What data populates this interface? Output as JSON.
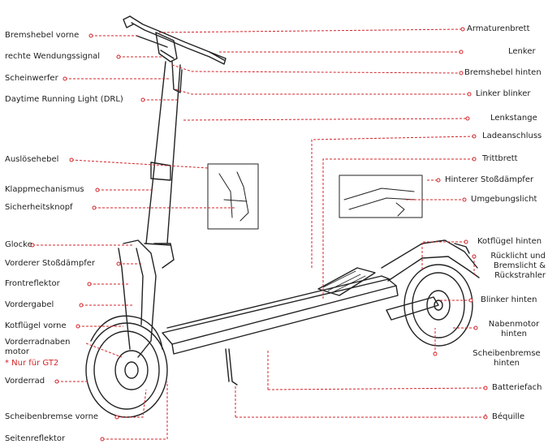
{
  "colors": {
    "leader": "#d4242a",
    "drawing": "#222222",
    "note": "#d4242a"
  },
  "labels_left": [
    "Bremshebel vorne",
    "rechte Wendungssignal",
    "Scheinwerfer",
    "Daytime Running Light (DRL)",
    "Auslösehebel",
    "Klappmechanismus",
    "Sicherheitsknopf",
    "Glocke",
    "Vorderer Stoßdämpfer",
    "Frontreflektor",
    "Vordergabel",
    "Kotflügel vorne",
    "Vorderradnaben motor",
    "Vorderrad",
    "Scheibenbremse vorne",
    "Seitenreflektor"
  ],
  "note_text": "* Nur für GT2",
  "labels_right": [
    "Armaturenbrett",
    "Lenker",
    "Bremshebel hinten",
    "Linker blinker",
    "Lenkstange",
    "Ladeanschluss",
    "Trittbrett",
    "Hinterer Stoßdämpfer",
    "Umgebungslicht",
    "Kotflügel hinten",
    "Rücklicht und Bremslicht & Rückstrahler",
    "Blinker hinten",
    "Nabenmotor hinten",
    "Scheibenbremse hinten",
    "Batteriefach",
    "Béquille"
  ]
}
